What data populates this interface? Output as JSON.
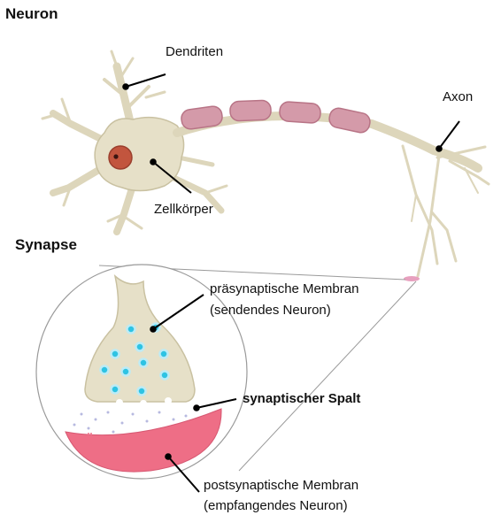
{
  "headings": {
    "neuron": "Neuron",
    "synapse": "Synapse"
  },
  "labels": {
    "dendrites": "Dendriten",
    "axon": "Axon",
    "cell_body": "Zellkörper",
    "presynaptic_line1": "präsynaptische Membran",
    "presynaptic_line2": "(sendendes Neuron)",
    "cleft": "synaptischer Spalt",
    "postsynaptic_line1": "postsynaptische Membran",
    "postsynaptic_line2": "(empfangendes Neuron)"
  },
  "colors": {
    "cell": "#e6e0c8",
    "cell_edge": "#c9c1a1",
    "myelin": "#d49aa9",
    "myelin_edge": "#b87486",
    "nucleus": "#c2553e",
    "vesicle": "#2ec3e3",
    "postsynaptic": "#ee6e86",
    "leader": "#000000"
  }
}
